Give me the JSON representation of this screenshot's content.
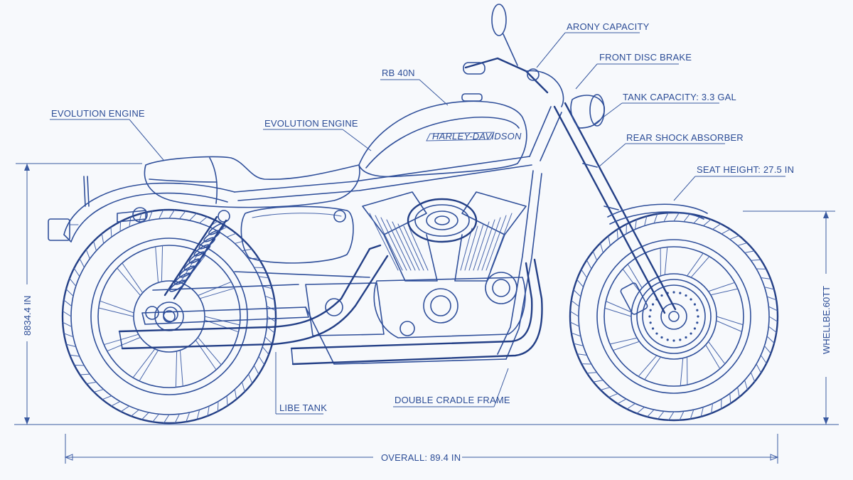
{
  "diagram": {
    "labels": {
      "arony_capacity": "ARONY CAPACITY",
      "front_disc_brake": "FRONT DISC BRAKE",
      "rb_40n": "RB 40N",
      "tank_capacity": "TANK CAPACITY: 3.3 GAL",
      "evolution_engine_left": "EVOLUTION ENGINE",
      "evolution_engine_center": "EVOLUTION ENGINE",
      "rear_shock_absorber": "REAR SHOCK ABSORBER",
      "seat_height": "SEAT HEIGHT: 27.5 IN",
      "double_cradle_frame": "DOUBLE CRADLE FRAME",
      "libe_tank": "LIBE TANK",
      "overall": "OVERALL: 89.4 IN",
      "height_left": "8834.4 IN",
      "wheelbase_right": "WHELLBE.60TT"
    },
    "tank_badge": "HARLEY-DAVIDSON",
    "line_color": "#2f4f9a"
  }
}
